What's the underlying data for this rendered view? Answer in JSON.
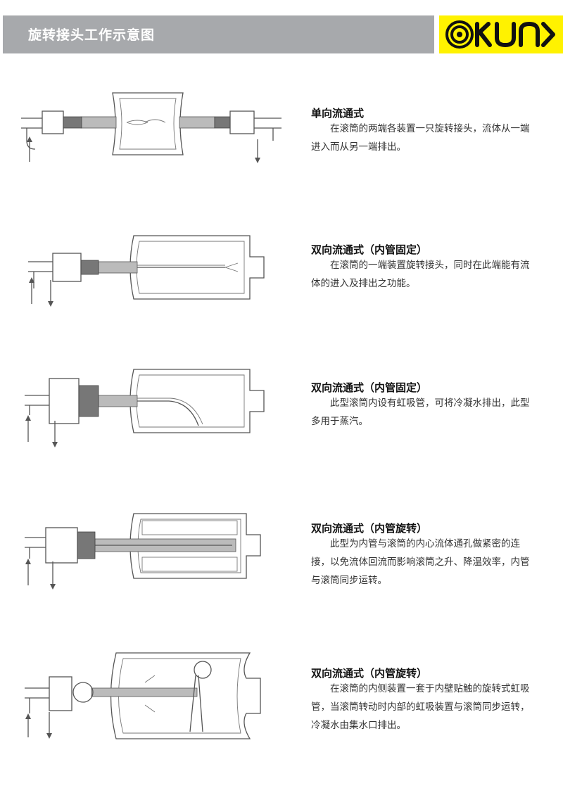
{
  "header": {
    "title": "旋转接头工作示意图"
  },
  "logo": {
    "text": "KUN",
    "bg": "#fff200"
  },
  "sections": [
    {
      "title": "单向流通式",
      "desc": "在滚筒的两端各装置一只旋转接头，流体从一端进入而从另一端排出。"
    },
    {
      "title": "双向流通式（内管固定）",
      "desc": "在滚筒的一端装置旋转接头，同时在此端能有流体的进入及排出之功能。"
    },
    {
      "title": "双向流通式（内管固定）",
      "desc": "此型滚筒内设有虹吸管，可将冷凝水排出，此型多用于蒸汽。"
    },
    {
      "title": "双向流通式（内管旋转）",
      "desc": "此型为内管与滚筒的内心流体通孔做紧密的连接，以免流体回流而影响滚筒之升、降温效率，内管与滚筒同步运转。"
    },
    {
      "title": "双向流通式（内管旋转）",
      "desc": "在滚筒的内侧装置一套于内壁贴触的旋转式虹吸管，当滚筒转动时内部的虹吸装置与滚筒同步运转，冷凝水由集水口排出。"
    }
  ]
}
